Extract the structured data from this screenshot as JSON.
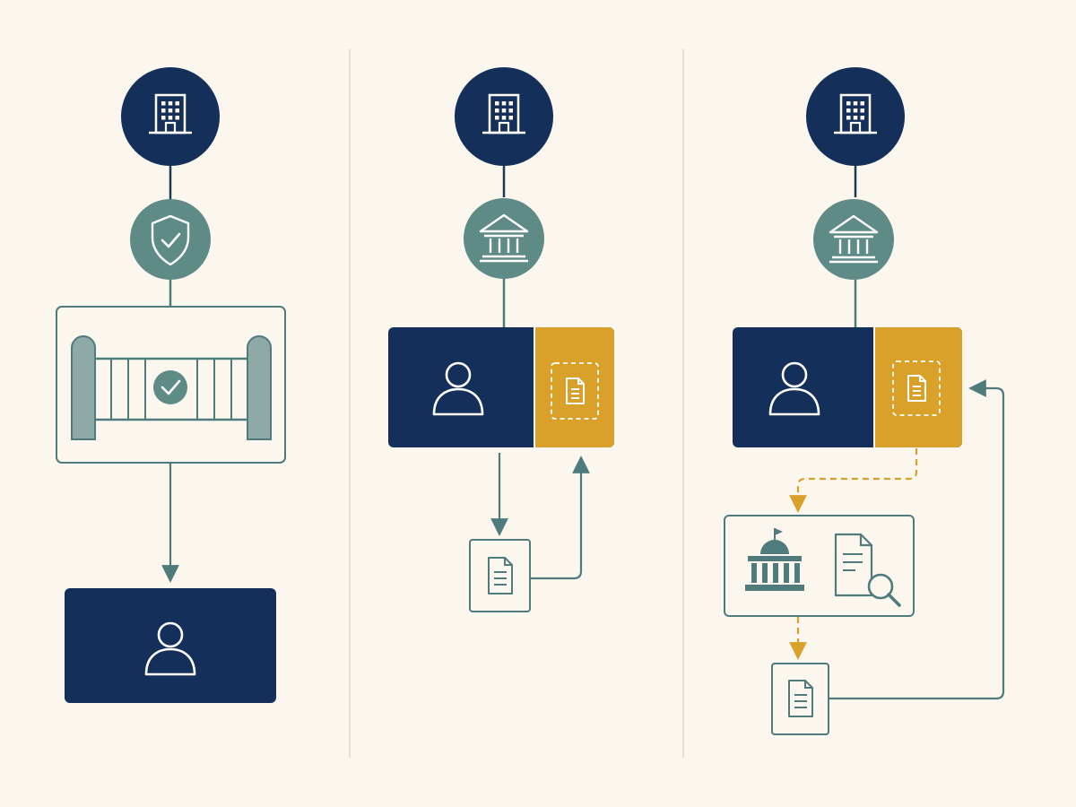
{
  "diagram": {
    "colors": {
      "background": "#fbf7ee",
      "navy": "#14305a",
      "teal": "#5f8b87",
      "teal_light": "#8fa9a6",
      "line": "#4f7b7d",
      "gold": "#d9a12a",
      "white": "#ffffff"
    },
    "panels": [
      {
        "id": "direct-access",
        "icons": [
          "building-icon",
          "shield-check-icon",
          "gate-check-icon",
          "person-icon"
        ],
        "flow": [
          "organization",
          "verification",
          "gate",
          "user"
        ]
      },
      {
        "id": "agency-credential",
        "icons": [
          "building-icon",
          "bank-icon",
          "person-icon",
          "document-icon"
        ],
        "flow": [
          "organization",
          "agency",
          "user-with-credential",
          "document-loop"
        ]
      },
      {
        "id": "agency-review",
        "icons": [
          "building-icon",
          "bank-icon",
          "person-icon",
          "document-icon",
          "capitol-icon",
          "document-search-icon"
        ],
        "flow": [
          "organization",
          "agency",
          "user-with-credential",
          "review",
          "document",
          "return-to-credential"
        ]
      }
    ]
  }
}
